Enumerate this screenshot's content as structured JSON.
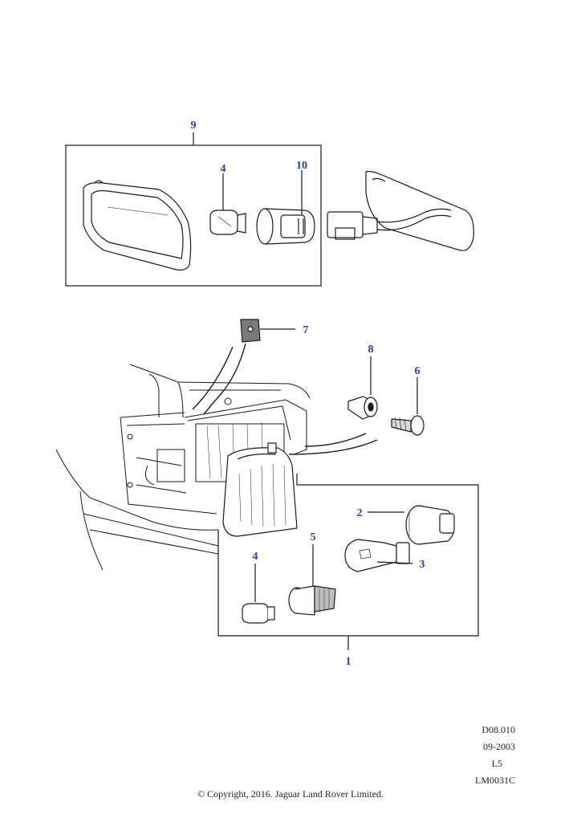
{
  "callouts": {
    "c9": "9",
    "c4_top": "4",
    "c10": "10",
    "c7": "7",
    "c8": "8",
    "c6": "6",
    "c2": "2",
    "c5": "5",
    "c4_bottom": "4",
    "c3": "3",
    "c1": "1"
  },
  "meta": {
    "code": "D08.010",
    "date": "09-2003",
    "level": "L5",
    "ref": "LM0031C"
  },
  "footer": {
    "copyright": "© Copyright, 2016. Jaguar Land Rover Limited."
  },
  "colors": {
    "callout": "#1f3fbf",
    "line": "#1a1a1a"
  }
}
